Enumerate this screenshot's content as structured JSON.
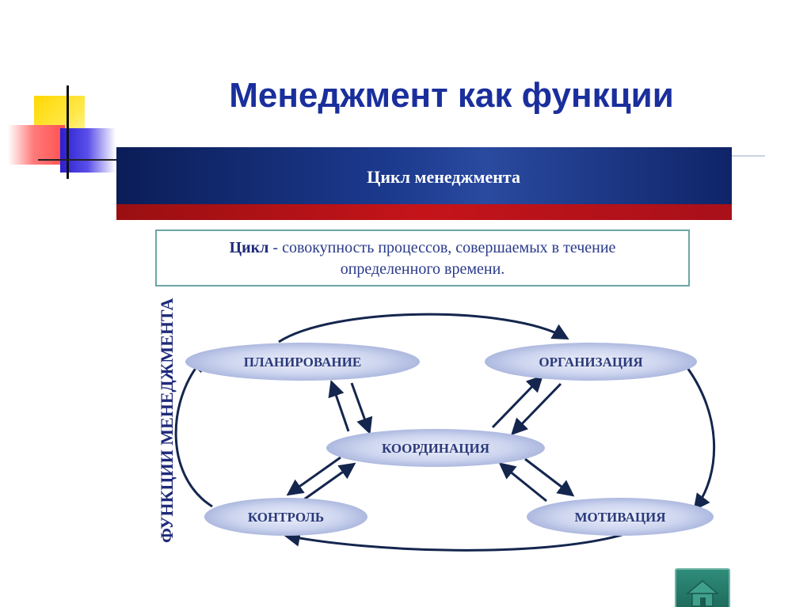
{
  "slide": {
    "title": "Менеджмент как функции"
  },
  "header": {
    "title": "Цикл менеджмента"
  },
  "definition": {
    "term": "Цикл",
    "text": " - совокупность процессов, совершаемых в течение",
    "text_line2": "определенного времени."
  },
  "side_label": "ФУНКЦИИ МЕНЕДЖМЕНТА",
  "nodes": {
    "planning": "ПЛАНИРОВАНИЕ",
    "organization": "ОРГАНИЗАЦИЯ",
    "coordination": "КООРДИНАЦИЯ",
    "control": "КОНТРОЛЬ",
    "motivation": "МОТИВАЦИЯ"
  },
  "colors": {
    "title": "#1a2f9c",
    "header_band": "#1c3a8e",
    "header_stripe": "#c4141a",
    "ellipse_fill": "#c9d2ee",
    "arrow": "#14264e",
    "home_button": "#2f8c7a"
  },
  "icons": {
    "home": "home-icon"
  }
}
